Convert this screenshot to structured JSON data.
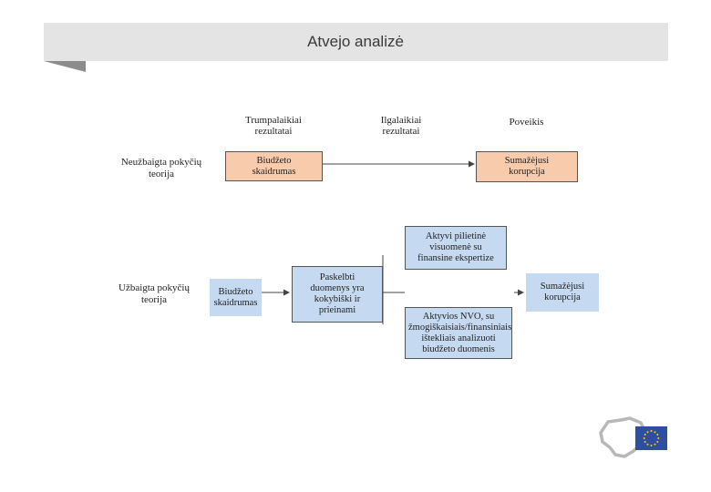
{
  "slide": {
    "title": "Atvejo analizė"
  },
  "headers": {
    "short_term": "Trumpalaikiai rezultatai",
    "long_term": "Ilgalaikiai rezultatai",
    "impact": "Poveikis"
  },
  "row_labels": {
    "incomplete": "Neužbaigta pokyčių teorija",
    "complete": "Užbaigta pokyčių teorija"
  },
  "boxes": {
    "top_budget_transparency": "Biudžeto skaidrumas",
    "top_reduced_corruption": "Sumažėjusi korupcija",
    "bottom_budget_transparency": "Biudžeto skaidrumas",
    "published_data": "Paskelbti duomenys yra kokybiški ir prieinami",
    "active_civil_society": "Aktyvi pilietinė visuomenė su finansine ekspertize",
    "active_ngo": "Aktyvios NVO, su žmogiškaisiais/finansiniais ištekliais analizuoti biudžeto duomenis",
    "bottom_reduced_corruption": "Sumažėjusi korupcija"
  },
  "colors": {
    "title_bar": "#e4e4e4",
    "orange_box": "#f8cbad",
    "blue_box": "#c5d9f1",
    "eu_flag": "#2e4fa0",
    "eu_stars": "#f5d400"
  },
  "icons": {
    "logo": "lithuania-eu-logo"
  }
}
